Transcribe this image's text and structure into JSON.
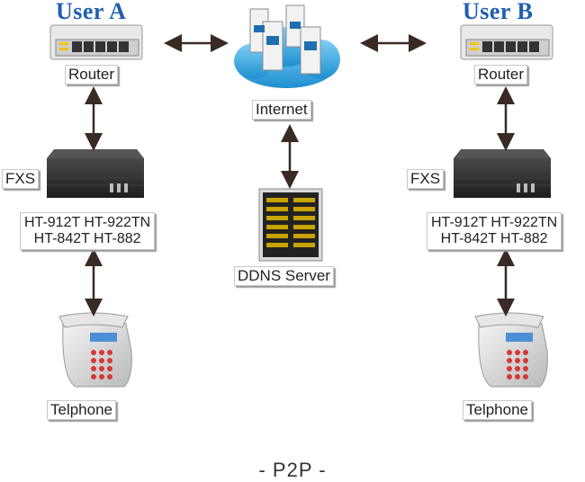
{
  "user_a": {
    "title": "User A",
    "router": "Router",
    "fxs": "FXS",
    "models_line1": "HT-912T HT-922TN",
    "models_line2": "HT-842T  HT-882",
    "phone": "Telphone"
  },
  "user_b": {
    "title": "User B",
    "router": "Router",
    "fxs": "FXS",
    "models_line1": "HT-912T HT-922TN",
    "models_line2": "HT-842T  HT-882",
    "phone": "Telphone"
  },
  "internet": "Internet",
  "ddns": "DDNS Server",
  "footer": "- P2P -",
  "colors": {
    "title_blue": "#1f5fb0",
    "cloud": "#3fa9e0",
    "device_dark": "#2f2f2f",
    "arrow": "#3a2a24"
  }
}
